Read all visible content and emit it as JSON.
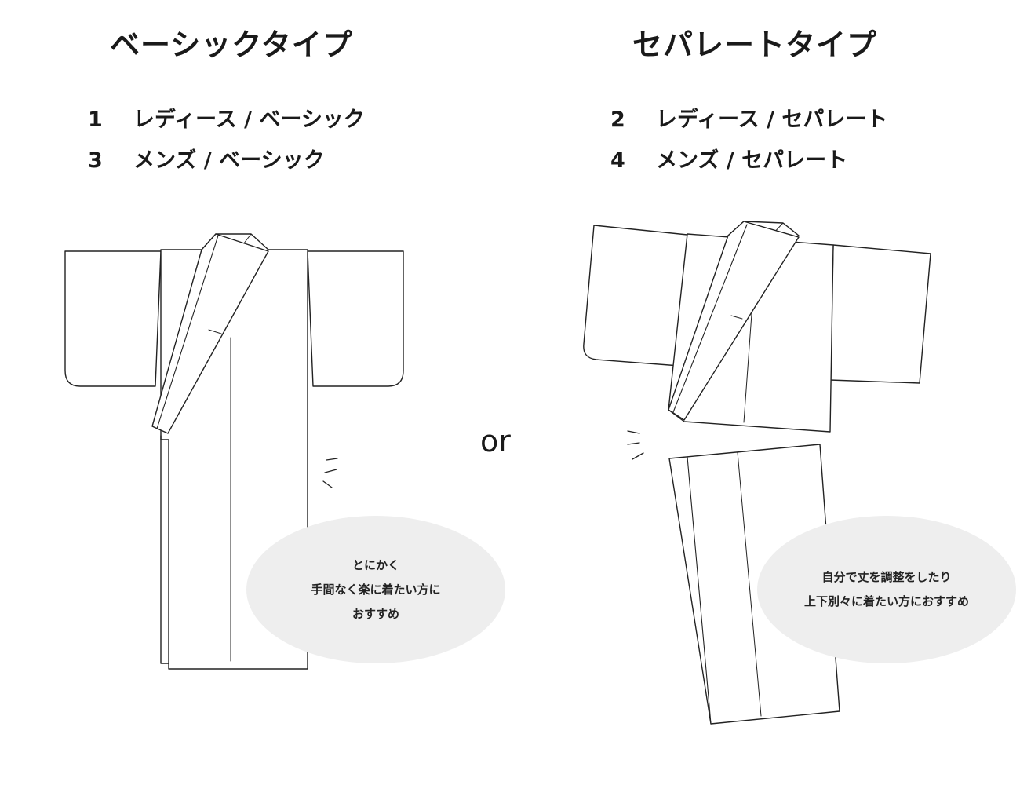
{
  "headings": {
    "basic": "ベーシックタイプ",
    "separate": "セパレートタイプ"
  },
  "options": {
    "basic": [
      {
        "number": "1",
        "label": "レディース / ベーシック"
      },
      {
        "number": "3",
        "label": "メンズ / ベーシック"
      }
    ],
    "separate": [
      {
        "number": "2",
        "label": "レディース / セパレート"
      },
      {
        "number": "4",
        "label": "メンズ / セパレート"
      }
    ]
  },
  "divider_text": "or",
  "bubbles": {
    "basic": [
      "とにかく",
      "手間なく楽に着たい方に",
      "おすすめ"
    ],
    "separate": [
      "自分で丈を調整をしたり",
      "上下別々に着たい方におすすめ"
    ]
  },
  "colors": {
    "text": "#1a1a1a",
    "line": "#222222",
    "bubble": "#eeeeee"
  }
}
